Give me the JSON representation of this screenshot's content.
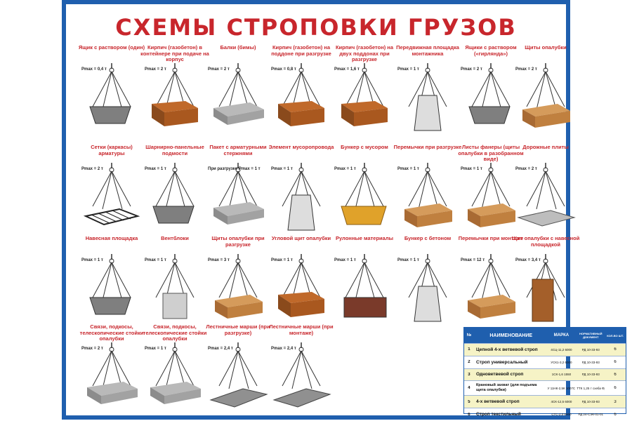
{
  "title": "СХЕМЫ СТРОПОВКИ ГРУЗОВ",
  "colors": {
    "accent": "#c8262c",
    "border": "#1f5fae"
  },
  "items": [
    {
      "caption": "Ящик с раствором (один)",
      "pmax": "Pmax = 0,4 т"
    },
    {
      "caption": "Кирпич (газобетон) в контейнере при подаче на корпус",
      "pmax": "Pmax = 2 т"
    },
    {
      "caption": "Балки (бимы)",
      "pmax": "Pmax = 2 т"
    },
    {
      "caption": "Кирпич (газобетон) на поддоне при разгрузке",
      "pmax": "Pmax = 0,8 т"
    },
    {
      "caption": "Кирпич (газобетон) на двух поддонах при разгрузке",
      "pmax": "Pmax = 1,6 т"
    },
    {
      "caption": "Передвижная площадка монтажника",
      "pmax": "Pmax = 1 т"
    },
    {
      "caption": "Ящики с раствором («гирлянда»)",
      "pmax": "Pmax = 2 т"
    },
    {
      "caption": "Щиты опалубки",
      "pmax": "Pmax = 2 т"
    },
    {
      "caption": "Сетки (каркасы) арматуры",
      "pmax": "Pmax = 2 т"
    },
    {
      "caption": "Шарнирно-панельные подмости",
      "pmax": "Pmax = 1 т"
    },
    {
      "caption": "Пакет с арматурными стержнями",
      "pmax": "При разгрузке Pmax = 1 т"
    },
    {
      "caption": "Элемент мусоропровода",
      "pmax": "Pmax = 1 т"
    },
    {
      "caption": "Бункер с мусором",
      "pmax": "Pmax = 1 т"
    },
    {
      "caption": "Перемычки при разгрузке",
      "pmax": "Pmax = 1 т"
    },
    {
      "caption": "Листы фанеры (щиты опалубки в разобранном виде)",
      "pmax": "Pmax = 1 т"
    },
    {
      "caption": "Дорожные плиты",
      "pmax": "Pmax = 2 т"
    },
    {
      "caption": "Навесная площадка",
      "pmax": "Pmax = 1 т"
    },
    {
      "caption": "Вентблоки",
      "pmax": "Pmax = 1 т"
    },
    {
      "caption": "Щиты опалубки при разгрузке",
      "pmax": "Pmax = 3 т"
    },
    {
      "caption": "Угловой щит опалубки",
      "pmax": "Pmax = 1 т"
    },
    {
      "caption": "Рулонные материалы",
      "pmax": "Pmax = 1 т"
    },
    {
      "caption": "Бункер с бетоном",
      "pmax": "Pmax = 1 т"
    },
    {
      "caption": "Перемычки при монтаже",
      "pmax": "Pmax = 12 т"
    },
    {
      "caption": "Щит опалубки с навесной площадкой",
      "pmax": "Pmax = 3,4 т"
    },
    {
      "caption": "Связи, подкосы, телескопические стойки опалубки",
      "pmax": "Pmax = 2 т"
    },
    {
      "caption": "Связи, подкосы, телескопические стойки опалубки",
      "pmax": "Pmax = 1 т"
    },
    {
      "caption": "Лестничные марши (при разгрузке)",
      "pmax": "Pmax = 2,4 т"
    },
    {
      "caption": "Лестничные марши (при монтаже)",
      "pmax": "Pmax = 2,4 т"
    }
  ],
  "table": {
    "headers": [
      "№",
      "НАИМЕНОВАНИЕ",
      "МАРКА",
      "НОРМАТИВНЫЙ ДОКУМЕНТ",
      "КОЛ-ВО ШТ."
    ],
    "rows": [
      [
        "1",
        "Цепной 4-х ветвевой строп",
        "4СЦ-11,2 6000",
        "РД 10-33-93",
        "6"
      ],
      [
        "2",
        "Строп универсальный",
        "УСК1-3,2 6000",
        "РД 10-33-93",
        "6"
      ],
      [
        "3",
        "Одноветвевой строп",
        "1СК-1,6 1550",
        "РД 10-33-93",
        "6"
      ],
      [
        "4",
        "Крановый захват (для подъема щита опалубки)",
        "У 11НК-2,5К 1007С",
        "ТТК 1,25 т схеба Франкис",
        "6"
      ],
      [
        "5",
        "4-х ветвевой строп",
        "4СК-12,5 6000",
        "РД 10-33-93",
        "3"
      ],
      [
        "6",
        "Строп текстильный",
        "СТС-2,0 6000",
        "РД 24-СЭК-01-01",
        "6"
      ]
    ]
  }
}
